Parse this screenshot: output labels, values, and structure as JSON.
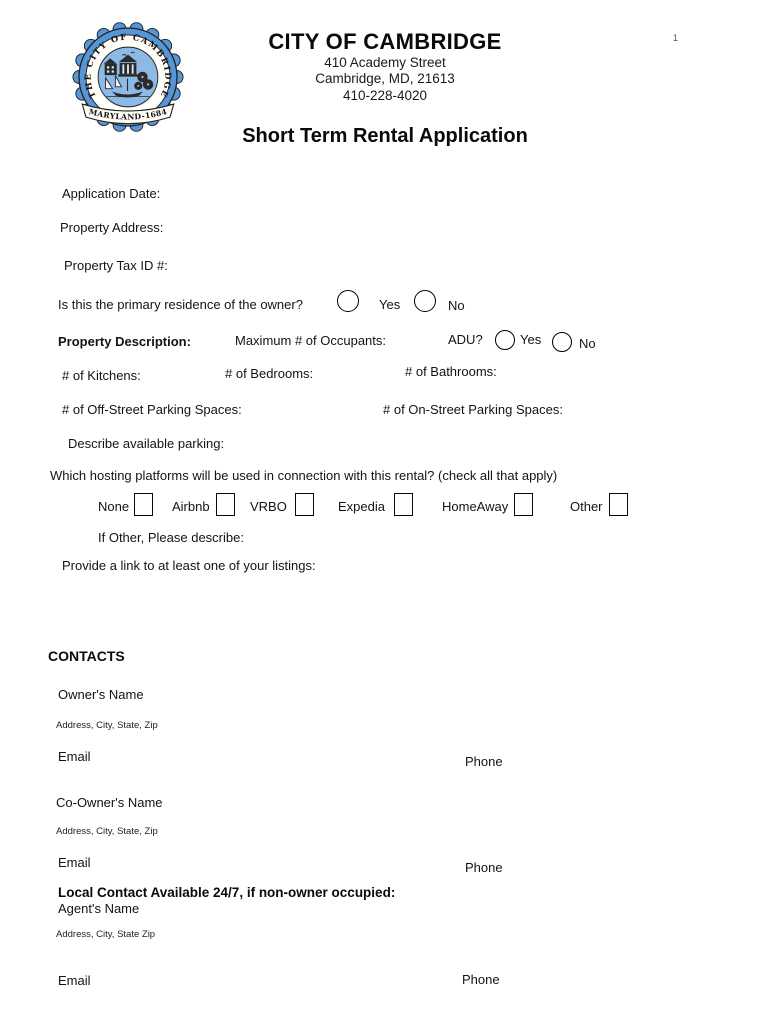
{
  "page": {
    "number": "1"
  },
  "header": {
    "org_name": "CITY OF CAMBRIDGE",
    "address_line1": "410 Academy Street",
    "address_line2": "Cambridge, MD, 21613",
    "phone": "410-228-4020",
    "logo": {
      "ring_text": "THE CITY OF CAMBRIDGE",
      "banner_text": "MARYLAND-1684",
      "colors": {
        "seal_blue": "#5696d8",
        "inner_blue": "#8cb9e6",
        "ring_white": "#fffef8"
      }
    }
  },
  "title": "Short Term Rental Application",
  "form": {
    "application_date_label": "Application Date:",
    "property_address_label": "Property Address:",
    "property_tax_id_label": "Property Tax ID #:",
    "primary_residence": {
      "question": "Is this the primary residence of the owner?",
      "yes_label": "Yes",
      "no_label": "No"
    },
    "property_description": {
      "label": "Property Description:",
      "max_occupants_label": "Maximum # of Occupants:",
      "adu_label": "ADU?",
      "yes_label": "Yes",
      "no_label": "No"
    },
    "kitchens_label": "# of Kitchens:",
    "bedrooms_label": "# of Bedrooms:",
    "bathrooms_label": "# of Bathrooms:",
    "offstreet_label": "# of Off-Street Parking Spaces:",
    "onstreet_label": "# of On-Street Parking Spaces:",
    "describe_parking_label": "Describe available parking:",
    "platforms": {
      "question": "Which hosting platforms will be used in connection with this rental? (check all that apply)",
      "options": [
        "None",
        "Airbnb",
        "VRBO",
        "Expedia",
        "HomeAway",
        "Other"
      ],
      "if_other_label": "If Other, Please describe:",
      "listing_link_label": "Provide a link to at least one of your listings:"
    }
  },
  "contacts": {
    "heading": "CONTACTS",
    "owner": {
      "name_label": "Owner's Name",
      "address_label": "Address, City, State, Zip",
      "email_label": "Email",
      "phone_label": "Phone"
    },
    "co_owner": {
      "name_label": "Co-Owner's Name",
      "address_label": "Address, City, State, Zip",
      "email_label": "Email",
      "phone_label": "Phone"
    },
    "local_contact": {
      "heading": "Local Contact Available 24/7, if non-owner occupied:",
      "name_label": "Agent's Name",
      "address_label": "Address, City, State Zip",
      "email_label": "Email",
      "phone_label": "Phone"
    }
  }
}
